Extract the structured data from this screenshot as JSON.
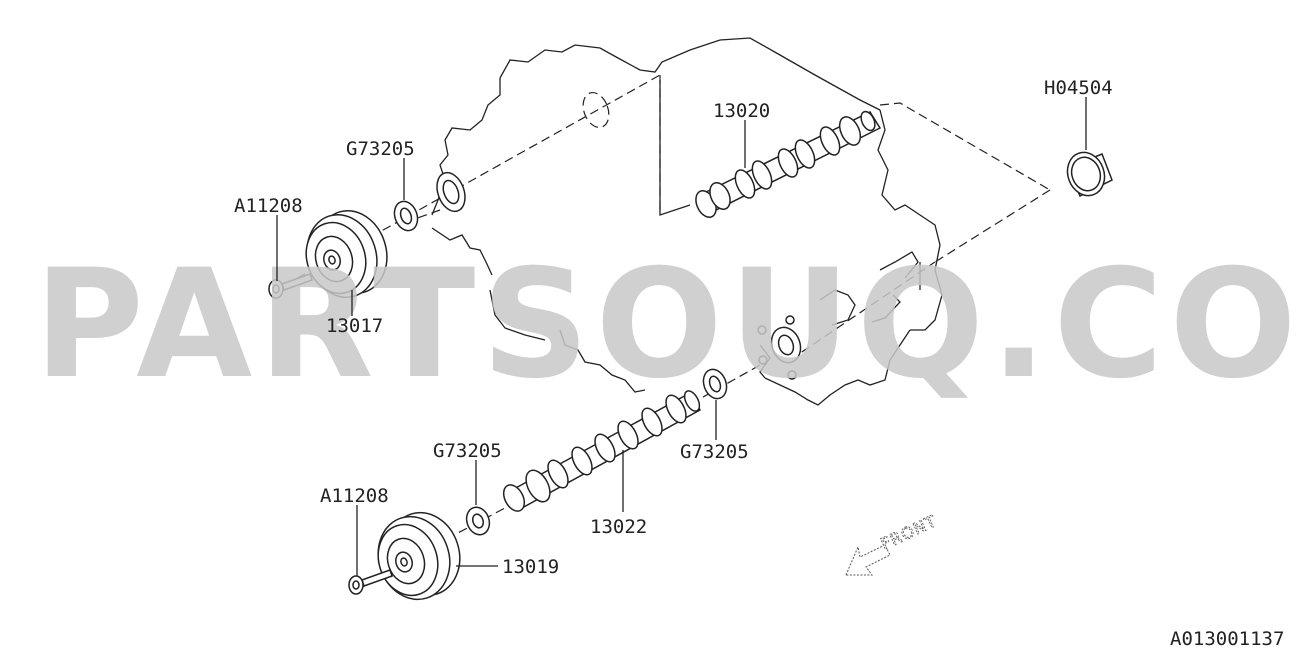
{
  "watermark": "PARTSOUQ.COM",
  "drawing_code": "A013001137",
  "front_label": "FRONT",
  "labels": {
    "h04504": "H04504",
    "p13020": "13020",
    "g73205_top": "G73205",
    "a11208_top": "A11208",
    "p13017": "13017",
    "g73205_mid": "G73205",
    "g73205_bottom": "G73205",
    "a11208_bottom": "A11208",
    "p13022": "13022",
    "p13019": "13019"
  }
}
